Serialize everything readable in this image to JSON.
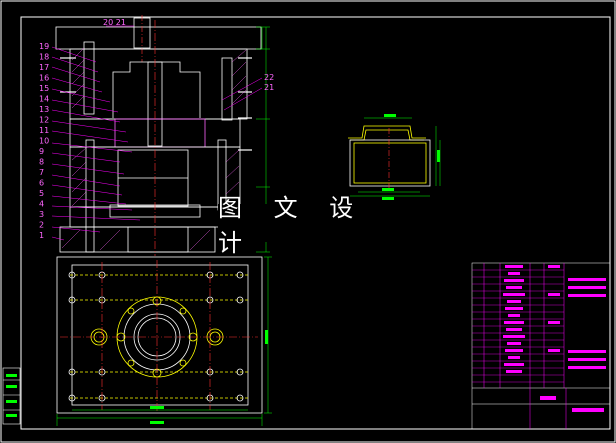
{
  "watermark": {
    "text": "图 文 设 计"
  },
  "part_labels": [
    "19",
    "18",
    "17",
    "16",
    "15",
    "14",
    "13",
    "12",
    "11",
    "10",
    "9",
    "8",
    "7",
    "6",
    "5",
    "4",
    "3",
    "2",
    "1"
  ],
  "top_labels": [
    "20",
    "21"
  ],
  "right_labels": [
    "22",
    "21"
  ],
  "colors": {
    "background": "#000000",
    "frame": "#ffffff",
    "structure": "#ffffff",
    "leader": "#ff00ff",
    "centerline": "#ff3030",
    "hatch": "#ff66ff",
    "detail": "#ffff00",
    "dimension": "#00ff00",
    "table": "#ff00ff"
  }
}
